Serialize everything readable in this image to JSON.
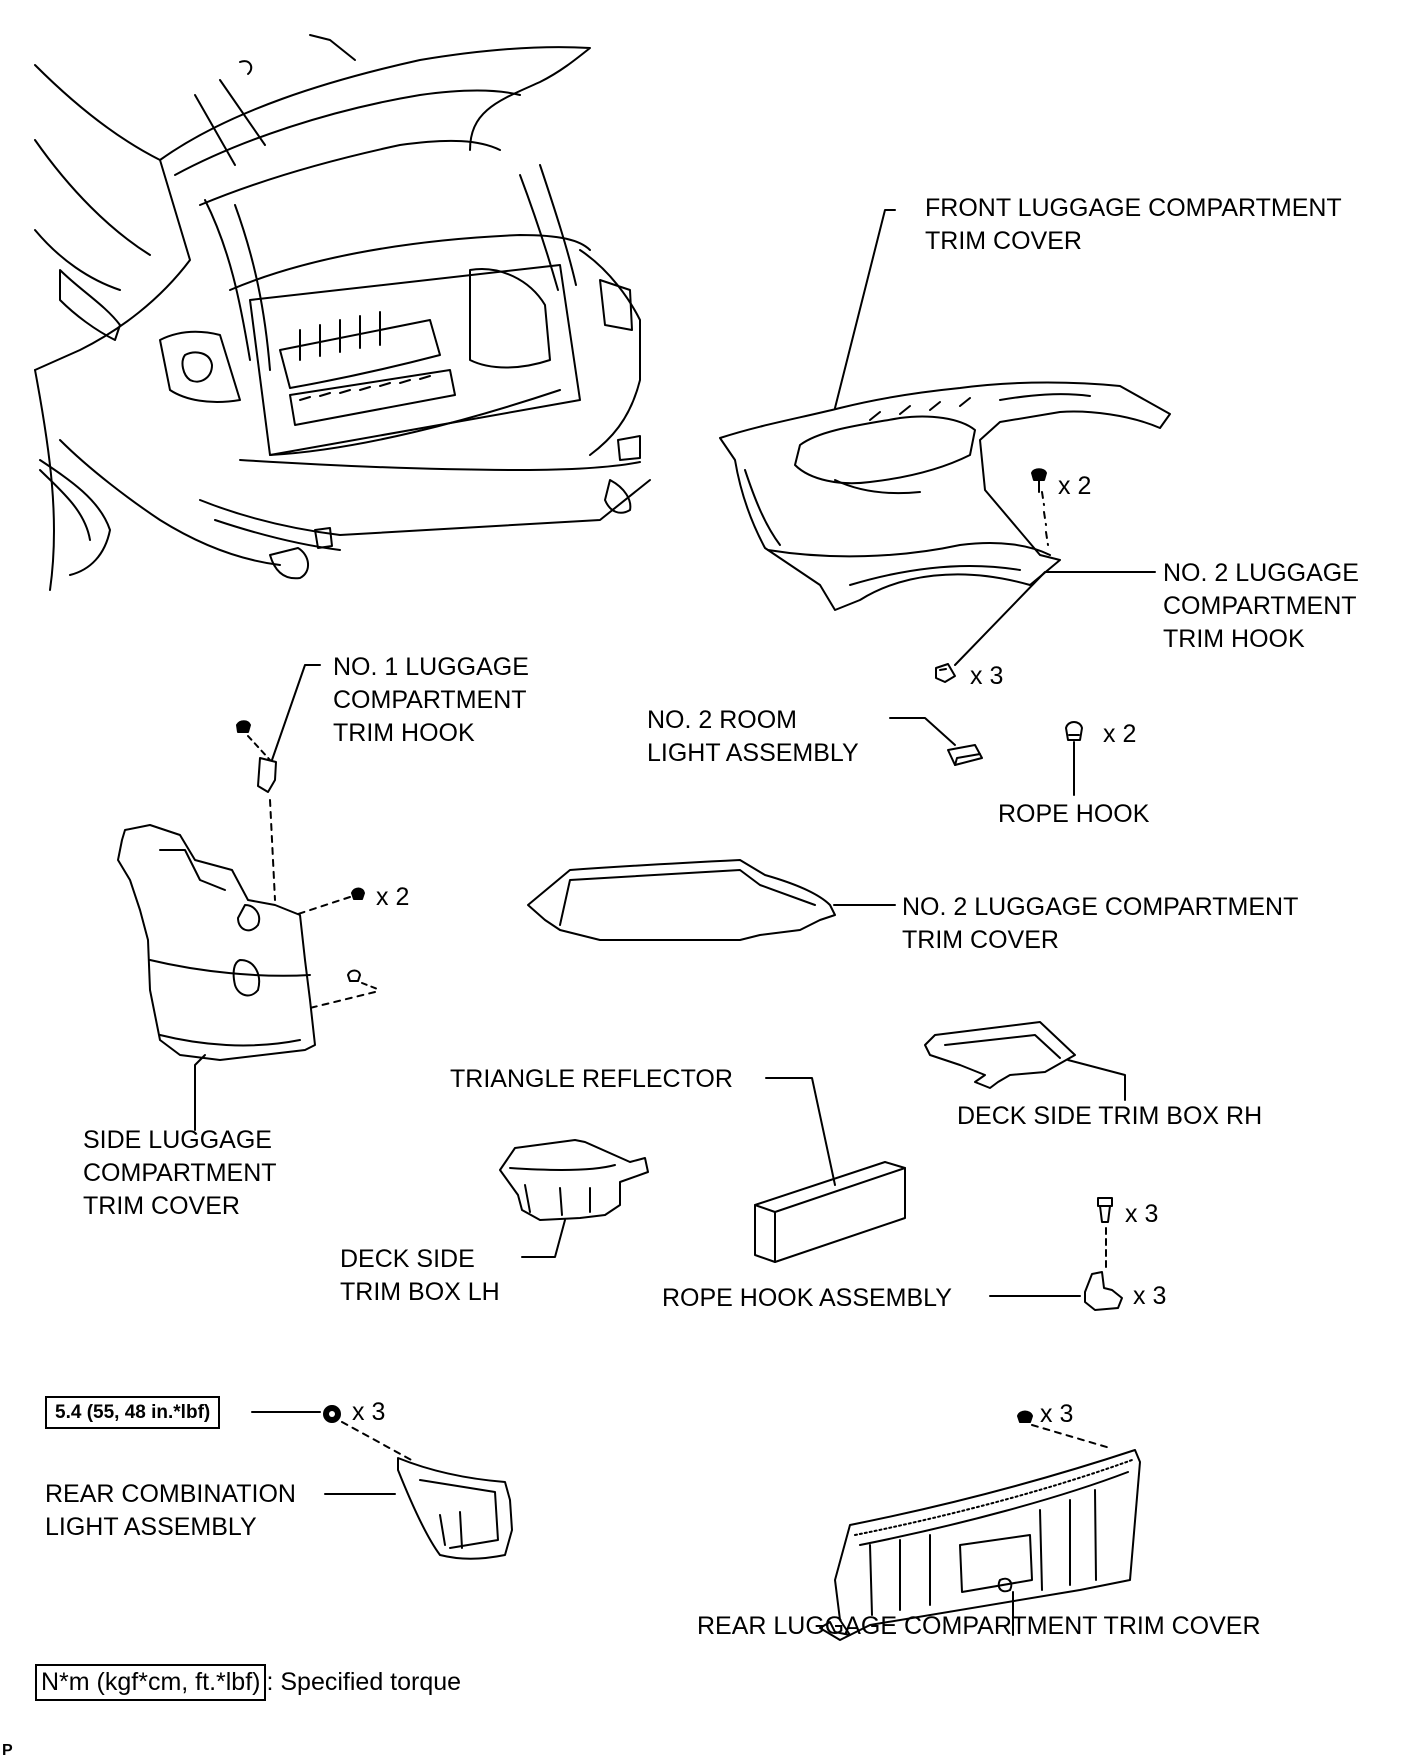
{
  "labels": {
    "front_trim_cover": "FRONT LUGGAGE COMPARTMENT\nTRIM COVER",
    "front_trim_qty": "x 2",
    "no2_hook": "NO. 2 LUGGAGE\nCOMPARTMENT\nTRIM HOOK",
    "no2_hook_qty": "x 3",
    "no1_hook": "NO. 1 LUGGAGE\nCOMPARTMENT\nTRIM HOOK",
    "no2_room_light": "NO. 2 ROOM\nLIGHT ASSEMBLY",
    "rope_hook": "ROPE HOOK",
    "rope_hook_qty": "x 2",
    "side_clip_qty": "x 2",
    "no2_trim_cover": "NO. 2 LUGGAGE COMPARTMENT\nTRIM COVER",
    "triangle_reflector": "TRIANGLE REFLECTOR",
    "deck_rh": "DECK SIDE TRIM BOX RH",
    "side_trim_cover": "SIDE LUGGAGE\nCOMPARTMENT\nTRIM COVER",
    "deck_lh": "DECK SIDE\nTRIM BOX LH",
    "rope_hook_assembly": "ROPE HOOK ASSEMBLY",
    "rope_assy_bolt_qty": "x 3",
    "rope_assy_qty": "x 3",
    "torque_spec": "5.4 (55, 48 in.*lbf)",
    "rear_light_nut_qty": "x 3",
    "rear_combination_light": "REAR COMBINATION\nLIGHT ASSEMBLY",
    "rear_trim_clip_qty": "x 3",
    "rear_trim_cover": "REAR LUGGAGE COMPARTMENT TRIM COVER",
    "legend_units": "N*m (kgf*cm, ft.*lbf)",
    "legend_text": ": Specified torque",
    "page_tag": "P"
  }
}
